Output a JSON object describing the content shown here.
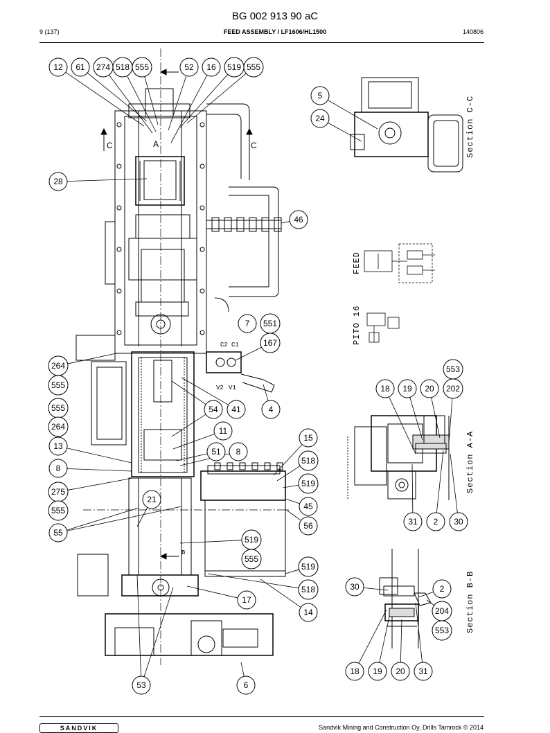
{
  "header": {
    "doc_number": "BG 002 913 90 aC",
    "page": "9 (137)",
    "title": "FEED ASSEMBLY / LF1606/HL1500",
    "code": "140806"
  },
  "footer": {
    "logo": "SANDVIK",
    "text": "Sandvik Mining and Construction Oy, Drills Tamrock © 2014"
  },
  "sections": {
    "cc": "Section C-C",
    "aa": "Section A-A",
    "bb": "Section B-B",
    "feed": "FEED",
    "pito": "PITO 16"
  },
  "marks": {
    "a": "A",
    "b": "B",
    "c_left": "C",
    "c_right": "C",
    "c1": "C1",
    "c2": "C2",
    "v1": "V1",
    "v2": "V2"
  },
  "callouts": [
    {
      "id": "c12",
      "label": "12"
    },
    {
      "id": "c61",
      "label": "61"
    },
    {
      "id": "c274",
      "label": "274"
    },
    {
      "id": "c518a",
      "label": "518"
    },
    {
      "id": "c555a",
      "label": "555"
    },
    {
      "id": "c52",
      "label": "52"
    },
    {
      "id": "c16",
      "label": "16"
    },
    {
      "id": "c519a",
      "label": "519"
    },
    {
      "id": "c555b",
      "label": "555"
    },
    {
      "id": "c5",
      "label": "5"
    },
    {
      "id": "c24",
      "label": "24"
    },
    {
      "id": "c28",
      "label": "28"
    },
    {
      "id": "c46",
      "label": "46"
    },
    {
      "id": "c7",
      "label": "7"
    },
    {
      "id": "c551",
      "label": "551"
    },
    {
      "id": "c167",
      "label": "167"
    },
    {
      "id": "c264a",
      "label": "264"
    },
    {
      "id": "c555c",
      "label": "555"
    },
    {
      "id": "c553a",
      "label": "553"
    },
    {
      "id": "c18a",
      "label": "18"
    },
    {
      "id": "c19a",
      "label": "19"
    },
    {
      "id": "c20a",
      "label": "20"
    },
    {
      "id": "c202",
      "label": "202"
    },
    {
      "id": "c555d",
      "label": "555"
    },
    {
      "id": "c54",
      "label": "54"
    },
    {
      "id": "c41",
      "label": "41"
    },
    {
      "id": "c4",
      "label": "4"
    },
    {
      "id": "c264b",
      "label": "264"
    },
    {
      "id": "c11",
      "label": "11"
    },
    {
      "id": "c15",
      "label": "15"
    },
    {
      "id": "c13",
      "label": "13"
    },
    {
      "id": "c51",
      "label": "51"
    },
    {
      "id": "c8a",
      "label": "8"
    },
    {
      "id": "c518b",
      "label": "518"
    },
    {
      "id": "c8b",
      "label": "8"
    },
    {
      "id": "c519b",
      "label": "519"
    },
    {
      "id": "c275",
      "label": "275"
    },
    {
      "id": "c21",
      "label": "21"
    },
    {
      "id": "c45",
      "label": "45"
    },
    {
      "id": "c555e",
      "label": "555"
    },
    {
      "id": "c56",
      "label": "56"
    },
    {
      "id": "c31a",
      "label": "31"
    },
    {
      "id": "c2a",
      "label": "2"
    },
    {
      "id": "c30a",
      "label": "30"
    },
    {
      "id": "c55",
      "label": "55"
    },
    {
      "id": "c519c",
      "label": "519"
    },
    {
      "id": "c555f",
      "label": "555"
    },
    {
      "id": "c519d",
      "label": "519"
    },
    {
      "id": "c30b",
      "label": "30"
    },
    {
      "id": "c2b",
      "label": "2"
    },
    {
      "id": "c518c",
      "label": "518"
    },
    {
      "id": "c17",
      "label": "17"
    },
    {
      "id": "c204",
      "label": "204"
    },
    {
      "id": "c14",
      "label": "14"
    },
    {
      "id": "c553b",
      "label": "553"
    },
    {
      "id": "c18b",
      "label": "18"
    },
    {
      "id": "c19b",
      "label": "19"
    },
    {
      "id": "c20b",
      "label": "20"
    },
    {
      "id": "c31b",
      "label": "31"
    },
    {
      "id": "c53",
      "label": "53"
    },
    {
      "id": "c6",
      "label": "6"
    }
  ]
}
